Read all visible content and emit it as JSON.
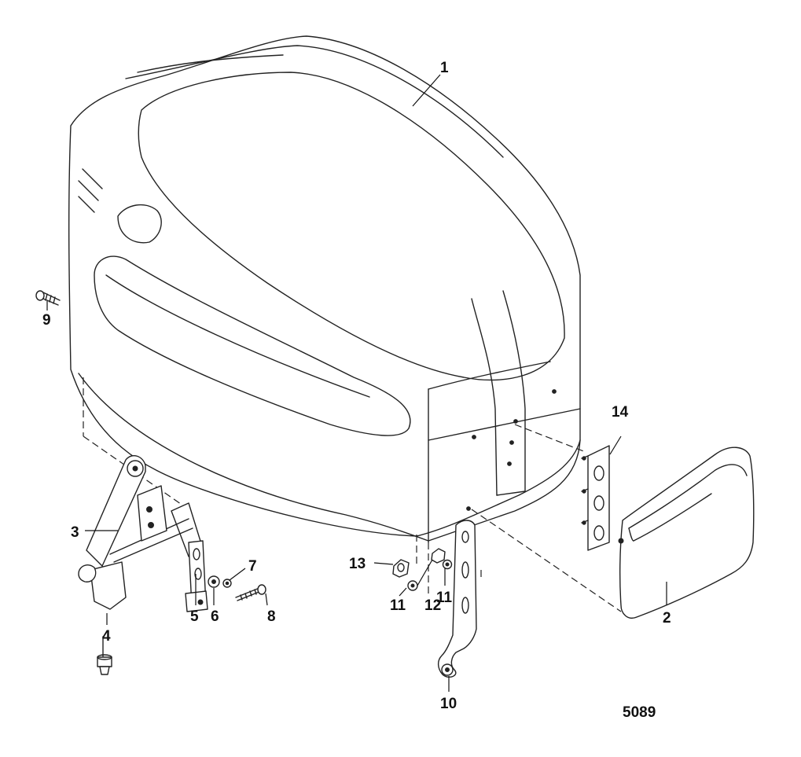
{
  "diagram": {
    "callouts": [
      {
        "id": "1",
        "label": "1"
      },
      {
        "id": "2",
        "label": "2"
      },
      {
        "id": "3",
        "label": "3"
      },
      {
        "id": "4",
        "label": "4"
      },
      {
        "id": "5",
        "label": "5"
      },
      {
        "id": "6",
        "label": "6"
      },
      {
        "id": "7",
        "label": "7"
      },
      {
        "id": "8",
        "label": "8"
      },
      {
        "id": "9",
        "label": "9"
      },
      {
        "id": "10",
        "label": "10"
      },
      {
        "id": "11a",
        "label": "11"
      },
      {
        "id": "11b",
        "label": "11"
      },
      {
        "id": "12",
        "label": "12"
      },
      {
        "id": "13",
        "label": "13"
      },
      {
        "id": "14",
        "label": "14"
      }
    ],
    "figure_number": "5089"
  }
}
